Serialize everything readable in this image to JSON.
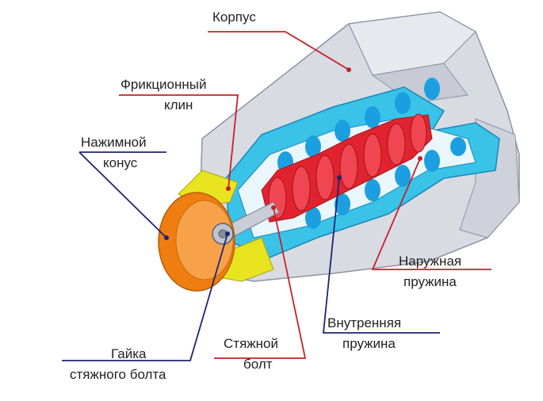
{
  "labels": {
    "korpus": "Корпус",
    "friction_wedge": [
      "Фрикционный",
      "клин"
    ],
    "pressure_cone": [
      "Нажимной",
      "конус"
    ],
    "outer_spring": [
      "Наружная",
      "пружина"
    ],
    "inner_spring": [
      "Внутренняя",
      "пружина"
    ],
    "tie_bolt": [
      "Стяжной",
      "болт"
    ],
    "tie_bolt_nut": [
      "Гайка",
      "стяжного болта"
    ]
  },
  "colors": {
    "housing": "#d9dbe3",
    "housing_edge": "#8d93a3",
    "wedge": "#39c3e8",
    "outer_spring": "#1b9fe0",
    "inner_spring": "#e0232e",
    "bolt": "#c9ced6",
    "nut": "#ef7d10",
    "yellow": "#e9e420",
    "leader_red": "#c8202a",
    "leader_navy": "#1f2470"
  }
}
